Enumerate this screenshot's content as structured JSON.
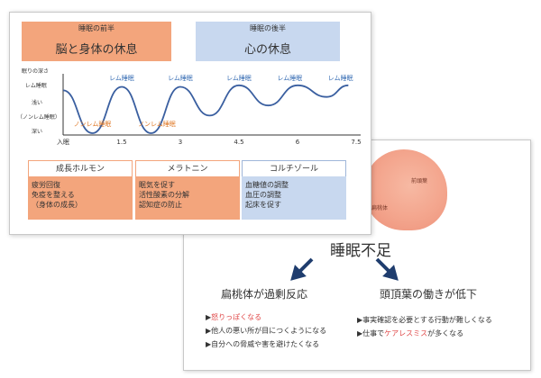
{
  "phases": {
    "first": {
      "sub": "睡眠の前半",
      "main": "脳と身体の休息"
    },
    "second": {
      "sub": "睡眠の後半",
      "main": "心の休息"
    }
  },
  "chart_data": {
    "type": "line",
    "title": "",
    "ylabel": "眠りの深さ",
    "xlabel": "",
    "y_levels": [
      "レム睡眠",
      "浅い",
      "（ノンレム睡眠）",
      "深い"
    ],
    "x_ticks": [
      "入眠",
      "1.5",
      "3",
      "4.5",
      "6",
      "7.5"
    ],
    "xlim": [
      0,
      7.5
    ],
    "series": [
      {
        "values": [
          {
            "x": 0,
            "y": 0.85
          },
          {
            "x": 0.75,
            "y": 0.0
          },
          {
            "x": 1.5,
            "y": 0.92
          },
          {
            "x": 2.25,
            "y": 0.0
          },
          {
            "x": 3.0,
            "y": 0.92
          },
          {
            "x": 3.75,
            "y": 0.35
          },
          {
            "x": 4.5,
            "y": 0.95
          },
          {
            "x": 5.25,
            "y": 0.55
          },
          {
            "x": 6.0,
            "y": 0.95
          },
          {
            "x": 6.75,
            "y": 0.72
          },
          {
            "x": 7.3,
            "y": 0.95
          }
        ]
      }
    ],
    "annotations": [
      {
        "text": "レム睡眠",
        "x": 1.5,
        "color": "#3a6fb5"
      },
      {
        "text": "レム睡眠",
        "x": 3.0,
        "color": "#3a6fb5"
      },
      {
        "text": "レム睡眠",
        "x": 4.5,
        "color": "#3a6fb5"
      },
      {
        "text": "レム睡眠",
        "x": 5.8,
        "color": "#3a6fb5"
      },
      {
        "text": "レム睡眠",
        "x": 7.1,
        "color": "#3a6fb5"
      },
      {
        "text": "ノンレム睡眠",
        "x": 0.75,
        "color": "#e07b2a"
      },
      {
        "text": "ノンレム睡眠",
        "x": 2.4,
        "color": "#e07b2a"
      }
    ],
    "line_color": "#3a5fa0"
  },
  "hormones": [
    {
      "name": "成長ホルモン",
      "effects": [
        "疲労回復",
        "免疫を整える",
        "（身体の成長）"
      ]
    },
    {
      "name": "メラトニン",
      "effects": [
        "眠気を促す",
        "活性酸素の分解",
        "認知症の防止"
      ]
    },
    {
      "name": "コルチゾール",
      "effects": [
        "血糖値の調整",
        "血圧の調整",
        "起床を促す"
      ]
    }
  ],
  "brain": {
    "labels": [
      "扁桃体",
      "前頭葉"
    ]
  },
  "shortage": {
    "title": "睡眠不足",
    "left": {
      "heading": "扁桃体が過剰反応",
      "items": [
        {
          "prefix": "▶",
          "text": "怒りっぽくなる",
          "highlight": "怒りっぽくなる"
        },
        {
          "prefix": "▶",
          "text": "他人の悪い所が目につくようになる"
        },
        {
          "prefix": "▶",
          "text": "自分への脅威や害を避けたくなる"
        }
      ]
    },
    "right": {
      "heading": "頭頂葉の働きが低下",
      "items": [
        {
          "prefix": "▶",
          "text": "事実確認を必要とする行動が難しくなる"
        },
        {
          "prefix": "▶",
          "pre": "仕事で",
          "hl": "ケアレスミス",
          "post": "が多くなる"
        }
      ]
    },
    "arrow_color": "#1f3d6e"
  }
}
